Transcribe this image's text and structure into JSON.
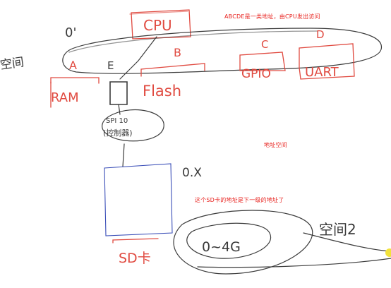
{
  "annotations": {
    "top_note": "ABCDE是一类地址，由CPU发出访问",
    "address_space": "地址空间",
    "sd_note": "这个SD卡的地址是下一级的地址了"
  },
  "handwriting": {
    "cpu": "CPU",
    "zero_top": "0'",
    "space1": "空间",
    "label_a": "A",
    "label_e": "E",
    "label_b": "B",
    "label_c": "C",
    "label_d": "D",
    "ram": "RAM",
    "flash": "Flash",
    "gpio": "GPIO",
    "uart": "UART",
    "spi_line1": "SPI 10",
    "spi_line2": "(控制器)",
    "zero_x": "0.X",
    "sd_card": "SD卡",
    "range": "0~4G",
    "space2": "空间2"
  }
}
